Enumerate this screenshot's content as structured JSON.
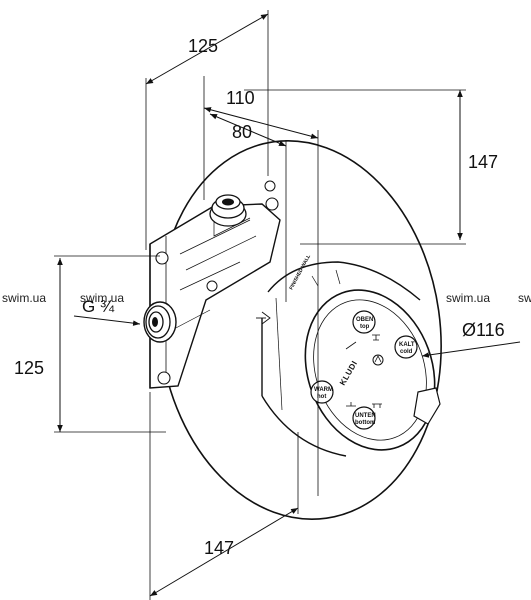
{
  "dimensions": {
    "width_total": "125",
    "width_mid": "110",
    "width_inner": "80",
    "height_right": "147",
    "height_left": "125",
    "bottom_width": "147",
    "diameter": "Ø116",
    "thread": "G ¾"
  },
  "ports": {
    "oben": {
      "line1": "OBEN",
      "line2": "top"
    },
    "kalt": {
      "line1": "KALT",
      "line2": "cold"
    },
    "warm": {
      "line1": "WARM",
      "line2": "hot"
    },
    "unten": {
      "line1": "UNTEN",
      "line2": "bottom"
    }
  },
  "brand": "KLUDI",
  "wall_marking": "FINISHED WALL",
  "watermark": "swim.ua"
}
